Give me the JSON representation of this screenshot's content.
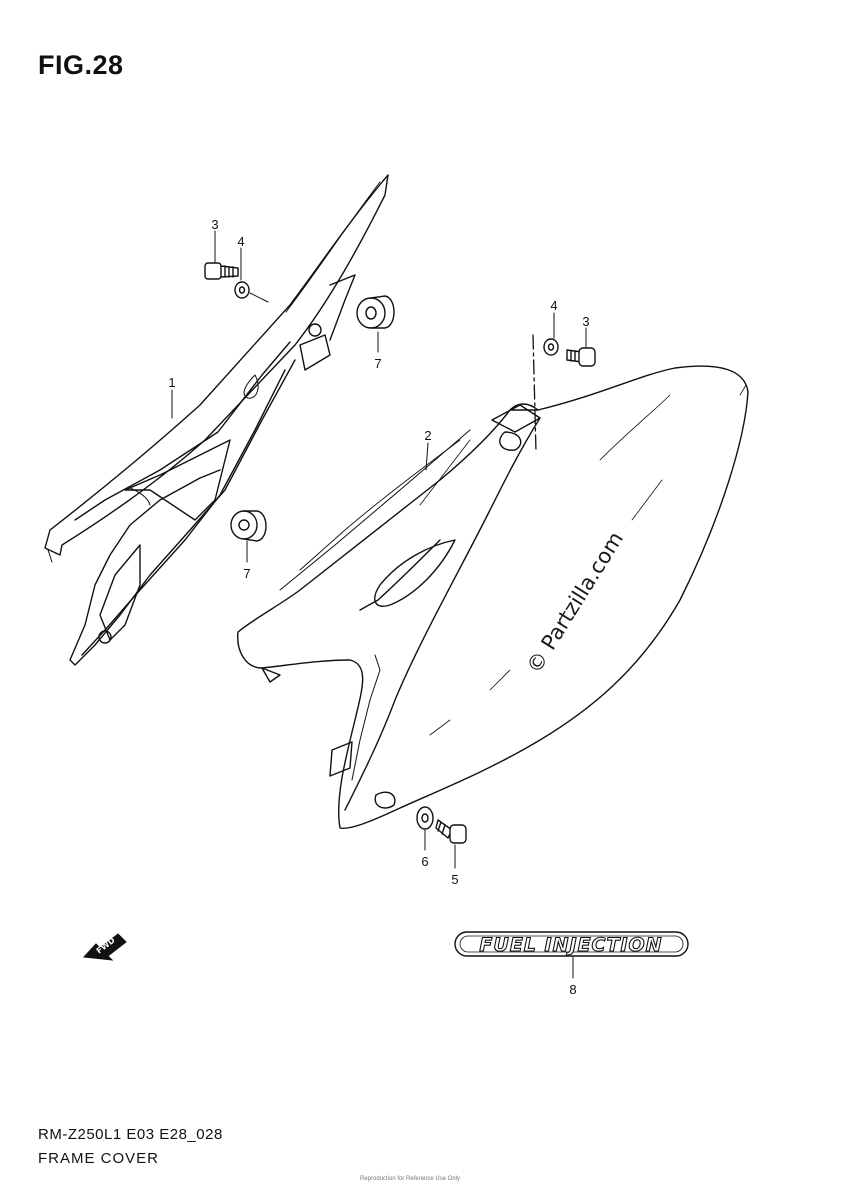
{
  "figure": {
    "title": "FIG.28"
  },
  "footer": {
    "model_code": "RM-Z250L1 E03 E28_028",
    "section_name": "FRAME COVER",
    "fine_print": "Reproduction for Reference Use Only"
  },
  "watermark": "© Partzilla.com",
  "emblem": {
    "text": "FUEL INJECTION"
  },
  "direction_arrow": {
    "label": "FWD",
    "icon": "forward-arrow-icon"
  },
  "callouts": {
    "part1": "1",
    "part2": "2",
    "part3_left": "3",
    "part4_left": "4",
    "part3_right": "3",
    "part4_right": "4",
    "part5": "5",
    "part6": "6",
    "part7_upper": "7",
    "part7_lower": "7",
    "part8": "8"
  }
}
